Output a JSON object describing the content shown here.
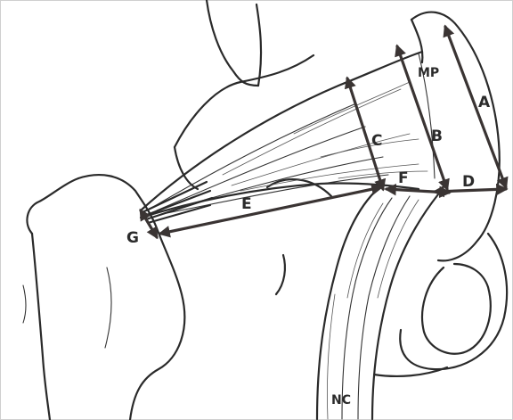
{
  "labels": {
    "A": "A",
    "B": "B",
    "C": "C",
    "D": "D",
    "E": "E",
    "F": "F",
    "G": "G",
    "MP": "MP",
    "NC": "NC"
  },
  "colors": {
    "ink": "#2a2a2a",
    "arrow": "#3a3433",
    "background": "#ffffff"
  }
}
